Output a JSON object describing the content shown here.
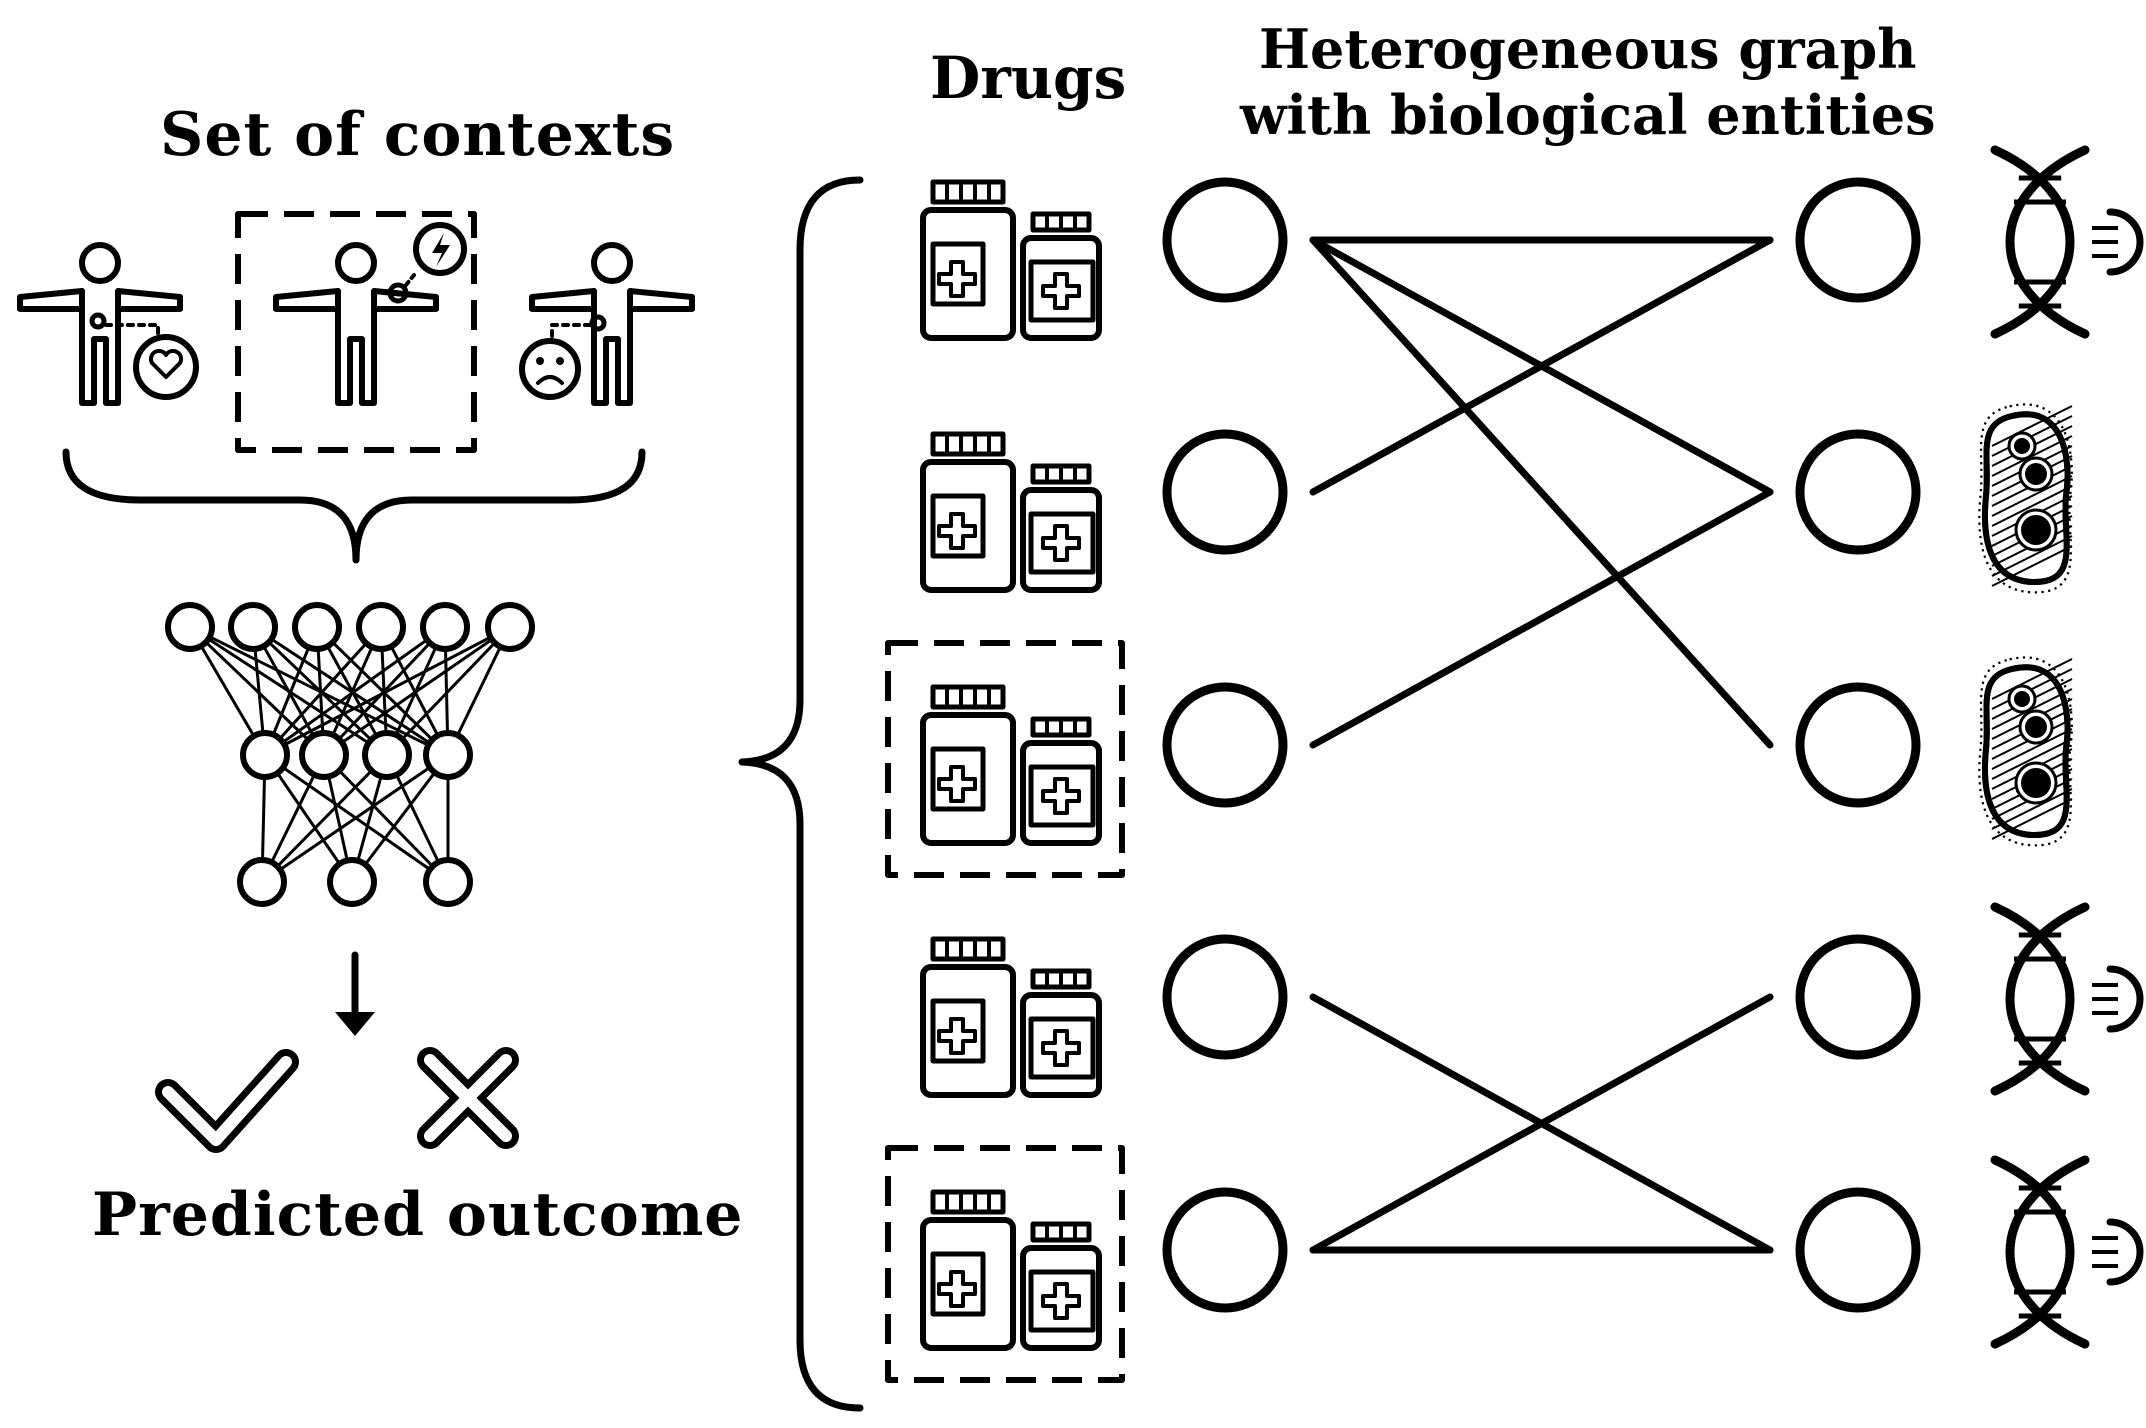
{
  "labels": {
    "contexts": "Set of contexts",
    "drugs": "Drugs",
    "graph_line1": "Heterogeneous graph",
    "graph_line2": "with biological entities",
    "outcome": "Predicted outcome"
  },
  "contexts": [
    {
      "icon": "person-heart-icon",
      "selected": false
    },
    {
      "icon": "person-lightning-icon",
      "selected": true
    },
    {
      "icon": "person-sad-icon",
      "selected": false
    }
  ],
  "network_layers": [
    6,
    4,
    3
  ],
  "outcomes": [
    {
      "icon": "check-icon"
    },
    {
      "icon": "cross-icon"
    }
  ],
  "drugs": [
    {
      "icon": "pill-bottles-icon",
      "selected": false
    },
    {
      "icon": "pill-bottles-icon",
      "selected": false
    },
    {
      "icon": "pill-bottles-icon",
      "selected": true
    },
    {
      "icon": "pill-bottles-icon",
      "selected": false
    },
    {
      "icon": "pill-bottles-icon",
      "selected": true
    }
  ],
  "entities": [
    {
      "icon": "dna-icon"
    },
    {
      "icon": "cell-icon"
    },
    {
      "icon": "cell-icon"
    },
    {
      "icon": "dna-icon"
    },
    {
      "icon": "dna-icon"
    }
  ],
  "edges": [
    [
      0,
      0
    ],
    [
      0,
      1
    ],
    [
      0,
      2
    ],
    [
      1,
      0
    ],
    [
      2,
      1
    ],
    [
      3,
      4
    ],
    [
      4,
      3
    ],
    [
      4,
      4
    ]
  ]
}
